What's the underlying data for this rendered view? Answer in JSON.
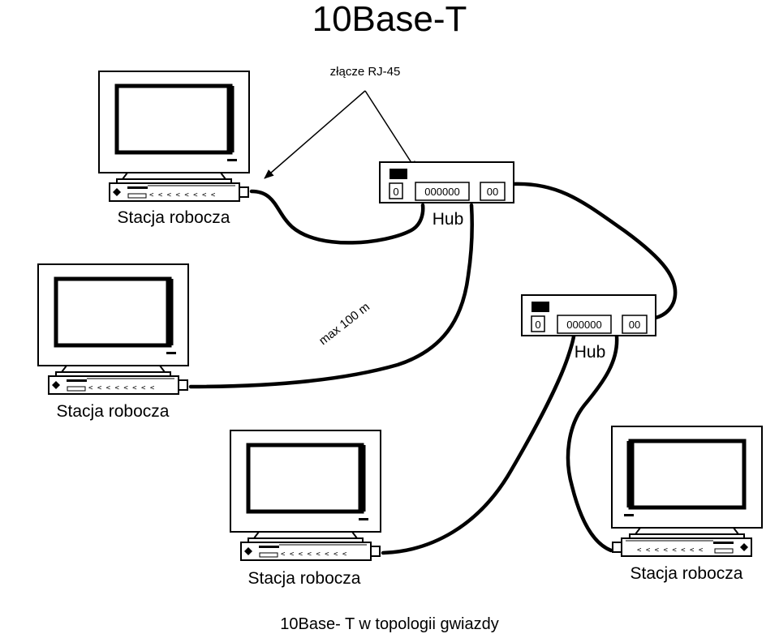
{
  "title": "10Base-T",
  "caption": "10Base- T w topologii gwiazdy",
  "connector_label": "złącze RJ-45",
  "distance_label": "max 100 m",
  "hubs": [
    {
      "label": "Hub",
      "ports_left": "0",
      "ports_mid": "000000",
      "ports_right": "00"
    },
    {
      "label": "Hub",
      "ports_left": "0",
      "ports_mid": "000000",
      "ports_right": "00"
    }
  ],
  "workstations": [
    {
      "label": "Stacja robocza"
    },
    {
      "label": "Stacja robocza"
    },
    {
      "label": "Stacja robocza"
    },
    {
      "label": "Stacja robocza"
    }
  ],
  "keyboard_glyphs": "< < < < < < < <",
  "icons": {
    "workstation": "computer-monitor-icon",
    "hub": "network-hub-icon",
    "connector": "rj45-arrow-icon"
  },
  "colors": {
    "line": "#000000",
    "background": "#ffffff"
  }
}
